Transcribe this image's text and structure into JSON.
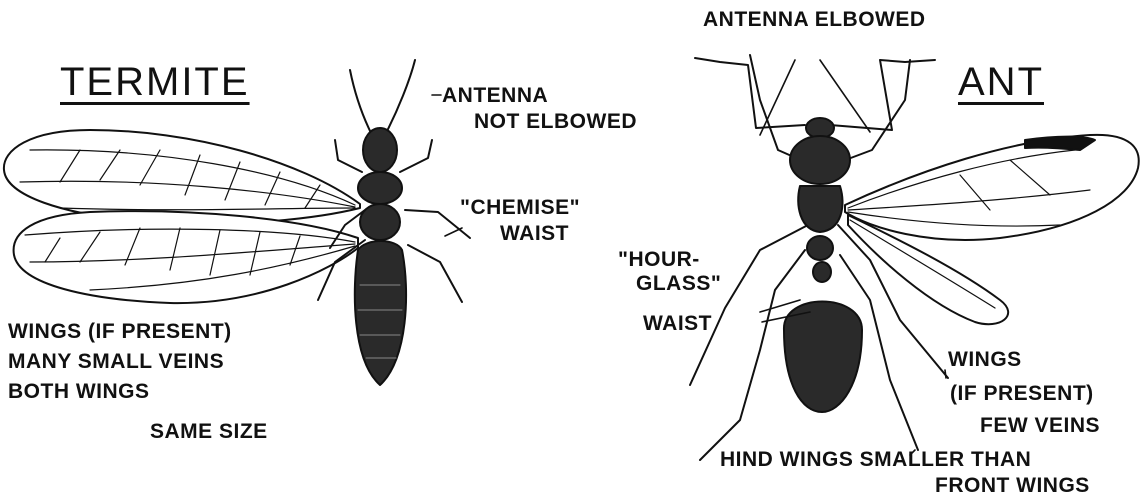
{
  "termite": {
    "title": "TERMITE",
    "antenna_label": [
      "ANTENNA",
      "NOT ELBOWED"
    ],
    "waist_label": [
      "\"CHEMISE\"",
      "WAIST"
    ],
    "wings_label": [
      "WINGS (IF PRESENT)",
      "MANY SMALL VEINS",
      "BOTH WINGS",
      "SAME SIZE"
    ]
  },
  "ant": {
    "title": "ANT",
    "antenna_label": "ANTENNA ELBOWED",
    "waist_label": [
      "\"HOUR-",
      "GLASS\"",
      "WAIST"
    ],
    "wings_label": [
      "WINGS",
      "(IF PRESENT)",
      "FEW VEINS"
    ],
    "hind_wings_label": [
      "HIND WINGS SMALLER THAN",
      "FRONT WINGS"
    ]
  },
  "colors": {
    "ink": "#111111",
    "body": "#2a2a2a",
    "wing_fill": "#ffffff"
  }
}
